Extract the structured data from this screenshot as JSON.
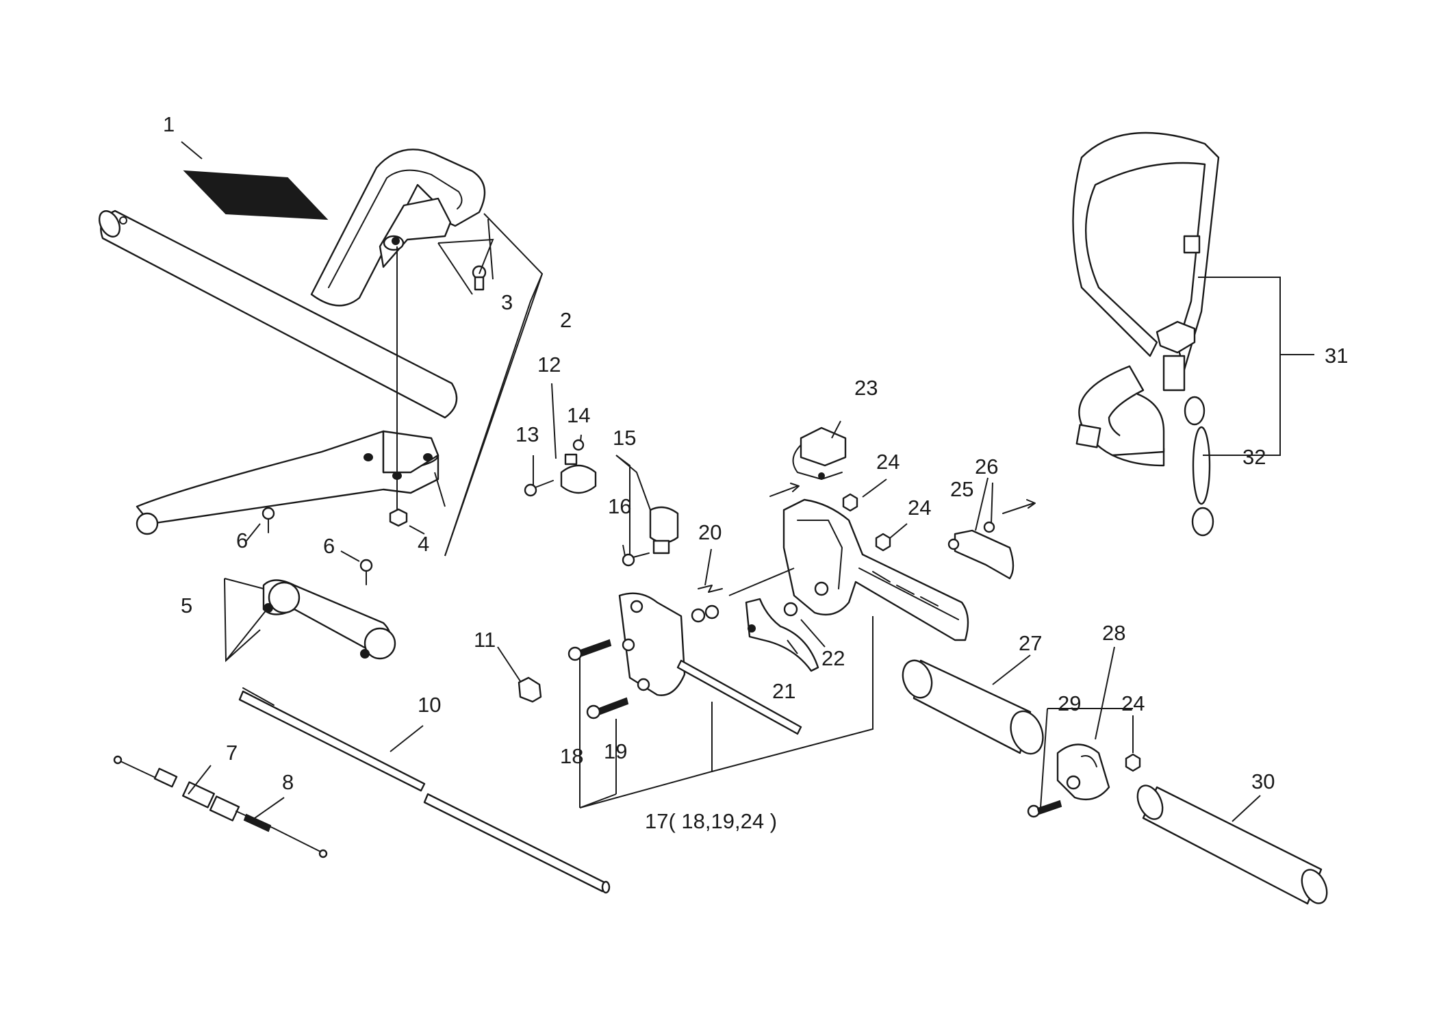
{
  "diagram": {
    "callouts": [
      {
        "id": "c1",
        "label": "1"
      },
      {
        "id": "c2",
        "label": "2"
      },
      {
        "id": "c3",
        "label": "3"
      },
      {
        "id": "c4",
        "label": "4"
      },
      {
        "id": "c5",
        "label": "5"
      },
      {
        "id": "c6a",
        "label": "6"
      },
      {
        "id": "c6b",
        "label": "6"
      },
      {
        "id": "c7",
        "label": "7"
      },
      {
        "id": "c8",
        "label": "8"
      },
      {
        "id": "c10",
        "label": "10"
      },
      {
        "id": "c11",
        "label": "11"
      },
      {
        "id": "c12",
        "label": "12"
      },
      {
        "id": "c13",
        "label": "13"
      },
      {
        "id": "c14",
        "label": "14"
      },
      {
        "id": "c15",
        "label": "15"
      },
      {
        "id": "c16",
        "label": "16"
      },
      {
        "id": "c17",
        "label": "17( 18,19,24 )"
      },
      {
        "id": "c18",
        "label": "18"
      },
      {
        "id": "c19",
        "label": "19"
      },
      {
        "id": "c20",
        "label": "20"
      },
      {
        "id": "c21",
        "label": "21"
      },
      {
        "id": "c22",
        "label": "22"
      },
      {
        "id": "c23",
        "label": "23"
      },
      {
        "id": "c24a",
        "label": "24"
      },
      {
        "id": "c24b",
        "label": "24"
      },
      {
        "id": "c24c",
        "label": "24"
      },
      {
        "id": "c25",
        "label": "25"
      },
      {
        "id": "c26",
        "label": "26"
      },
      {
        "id": "c27",
        "label": "27"
      },
      {
        "id": "c28",
        "label": "28"
      },
      {
        "id": "c29",
        "label": "29"
      },
      {
        "id": "c30",
        "label": "30"
      },
      {
        "id": "c31",
        "label": "31"
      },
      {
        "id": "c32",
        "label": "32"
      }
    ]
  }
}
